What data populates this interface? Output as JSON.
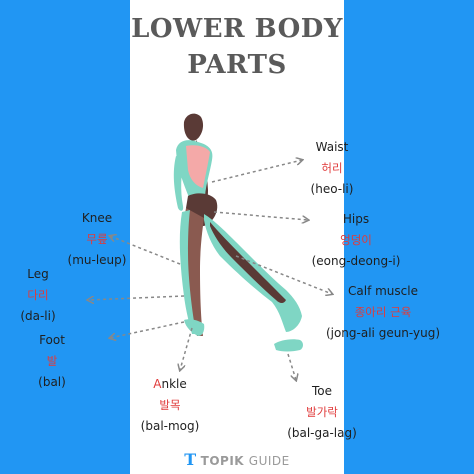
{
  "title": {
    "line1": "LOWER BODY",
    "line2": "PARTS"
  },
  "labels": {
    "waist": {
      "en": "Waist",
      "ko": "허리",
      "rom": "(heo-li)"
    },
    "hips": {
      "en": "Hips",
      "ko": "엉덩이",
      "rom": "(eong-deong-i)"
    },
    "calf": {
      "en": "Calf muscle",
      "ko": "종아리 근육",
      "rom": "(jong-ali geun-yug)"
    },
    "toe": {
      "en": "Toe",
      "ko": "발가락",
      "rom": "(bal-ga-lag)"
    },
    "ankle": {
      "en_initial": "A",
      "en_rest": "nkle",
      "ko": "발목",
      "rom": "(bal-mog)"
    },
    "foot": {
      "en": "Foot",
      "ko": "발",
      "rom": "(bal)"
    },
    "leg": {
      "en": "Leg",
      "ko": "다리",
      "rom": "(da-li)"
    },
    "knee": {
      "en": "Knee",
      "ko": "무릎",
      "rom": "(mu-leup)"
    }
  },
  "footer": {
    "mark": "T",
    "brand_a": "TOPIK",
    "brand_b": "GUIDE"
  },
  "colors": {
    "side_band": "#2196f3",
    "title": "#5a5a5a",
    "korean_text": "#e03b3b",
    "body_teal": "#7fd6c4",
    "body_brown": "#8a5a50",
    "body_dark": "#5a3a36",
    "body_pink": "#f4a9a8",
    "leader_line": "#888888",
    "footer": "#9a9a9a"
  }
}
